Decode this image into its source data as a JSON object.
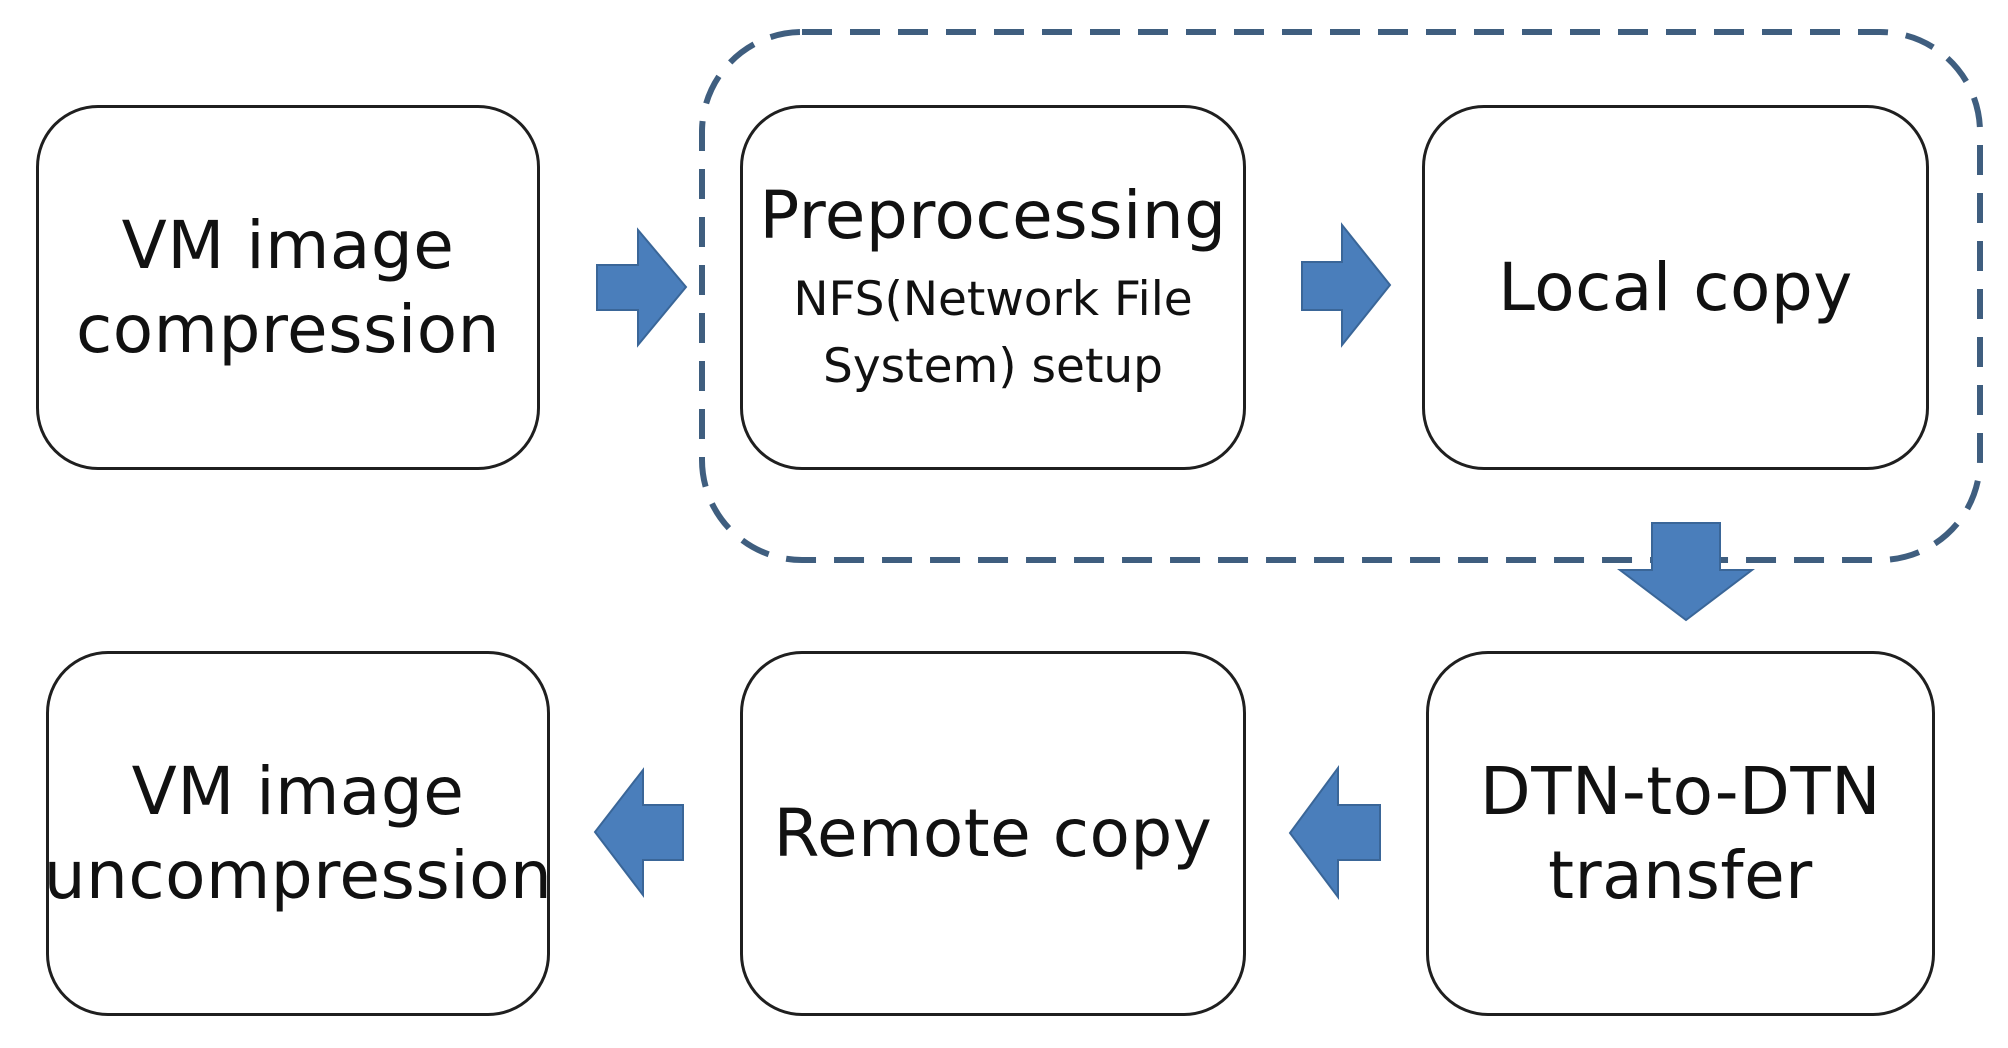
{
  "boxes": {
    "vm_compression": {
      "label": "VM image\ncompression"
    },
    "preprocessing": {
      "label": "Preprocessing",
      "sublabel": "NFS(Network File\nSystem) setup"
    },
    "local_copy": {
      "label": "Local copy"
    },
    "dtn_transfer": {
      "label": "DTN-to-DTN\ntransfer"
    },
    "remote_copy": {
      "label": "Remote copy"
    },
    "vm_uncompression": {
      "label": "VM image\nuncompression"
    }
  },
  "colors": {
    "arrow_fill": "#4a7ebb",
    "arrow_stroke": "#3a6698",
    "group_outline": "#3f5e7f",
    "box_border": "#1f1f1f"
  }
}
